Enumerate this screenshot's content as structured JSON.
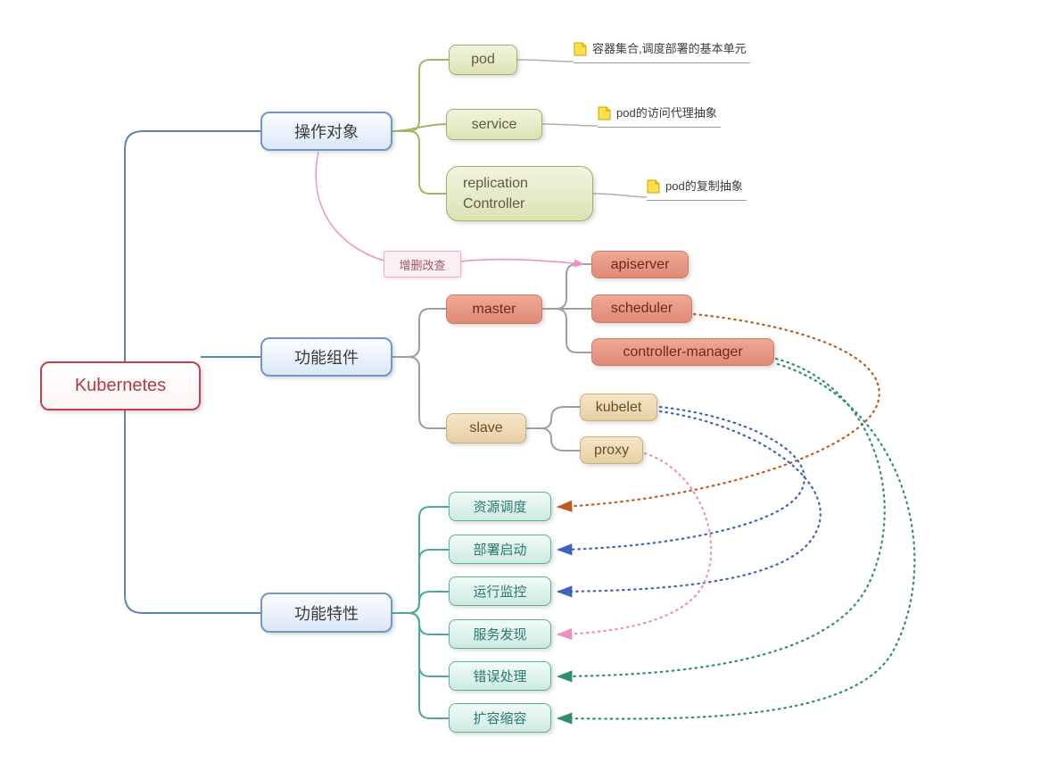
{
  "root": {
    "label": "Kubernetes"
  },
  "operation": {
    "label": "操作对象",
    "relation_label": "增删改查",
    "children": [
      {
        "label": "pod",
        "note": "容器集合,调度部署的基本单元"
      },
      {
        "label": "service",
        "note": "pod的访问代理抽象"
      },
      {
        "label": "replication Controller",
        "note": "pod的复制抽象"
      }
    ]
  },
  "components": {
    "label": "功能组件",
    "master": {
      "label": "master",
      "children": [
        {
          "label": "apiserver"
        },
        {
          "label": "scheduler"
        },
        {
          "label": "controller-manager"
        }
      ]
    },
    "slave": {
      "label": "slave",
      "children": [
        {
          "label": "kubelet"
        },
        {
          "label": "proxy"
        }
      ]
    }
  },
  "features": {
    "label": "功能特性",
    "children": [
      {
        "label": "资源调度"
      },
      {
        "label": "部署启动"
      },
      {
        "label": "运行监控"
      },
      {
        "label": "服务发现"
      },
      {
        "label": "错误处理"
      },
      {
        "label": "扩容缩容"
      }
    ]
  },
  "colors": {
    "root_accent": "#b43a46",
    "branch_blue": "#5b84b5",
    "olive_branch": "#a9b26b",
    "gray_branch": "#9aa0a6",
    "teal_branch": "#52a897",
    "pink_relation": "#ee8fc0",
    "orange_relation": "#c05a1e",
    "blue_relation": "#3f62c0",
    "green_relation": "#2f8f6a",
    "note_yellow": "#ffe24a"
  }
}
